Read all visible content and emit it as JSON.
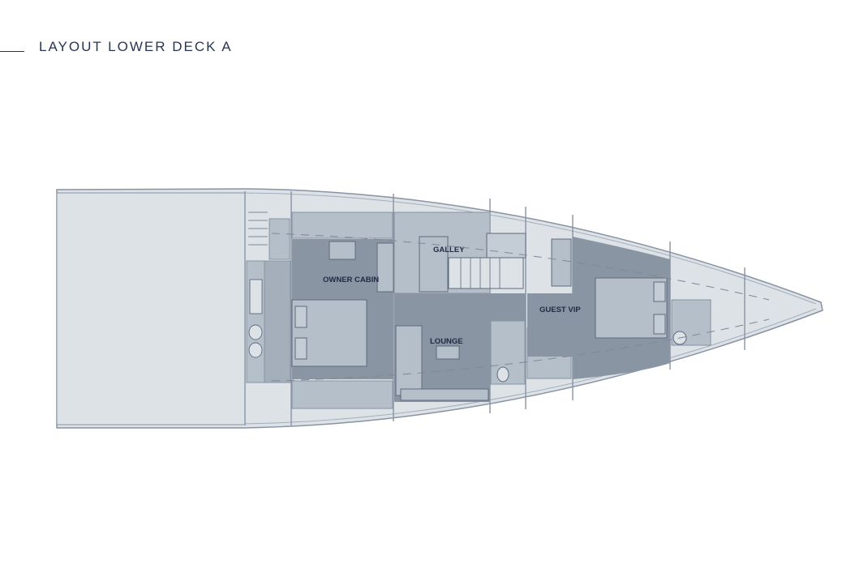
{
  "header": {
    "title": "LAYOUT LOWER DECK A"
  },
  "rooms": {
    "galley": "GALLEY",
    "owner_cabin": "OWNER CABIN",
    "lounge": "LOUNGE",
    "guest_vip": "GUEST VIP"
  },
  "colors": {
    "hull_fill": "#dde2e7",
    "outline": "#8893a3",
    "room_light": "#b5bfca",
    "room_dark": "#8a95a3",
    "furniture": "#c4ccd5",
    "text": "#2a3550"
  }
}
